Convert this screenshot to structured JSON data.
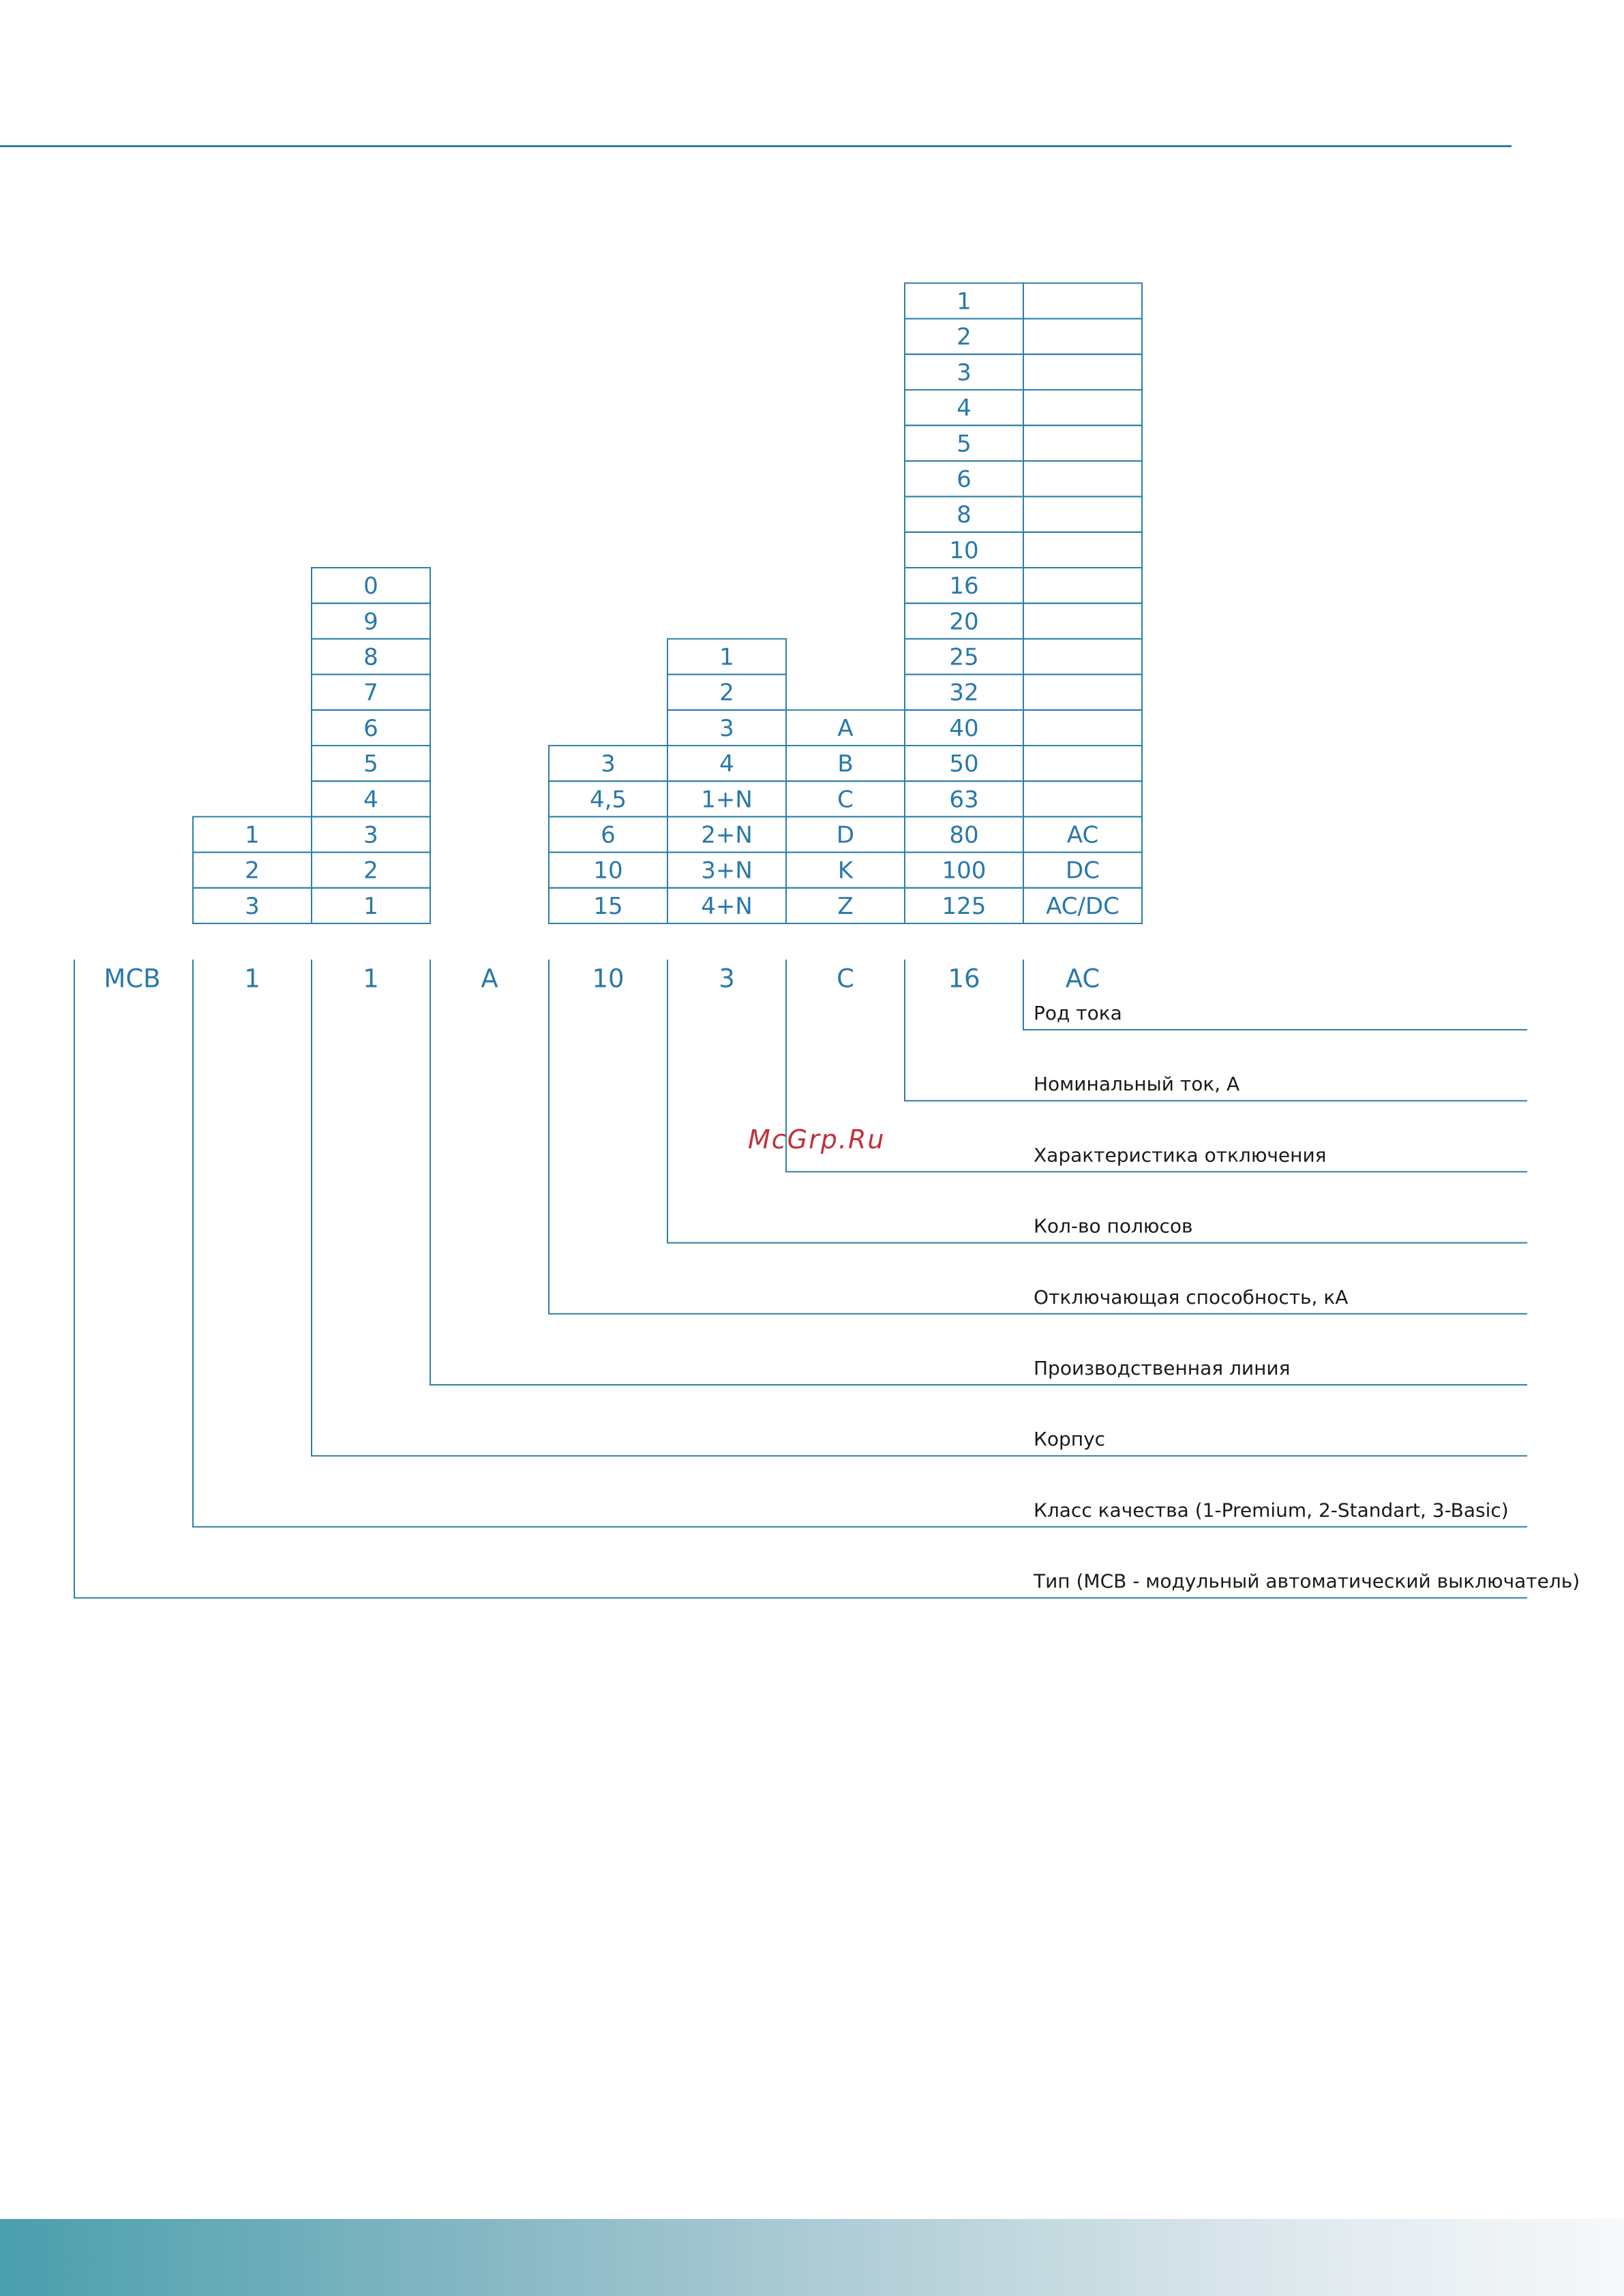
{
  "watermark": "McGrp.Ru",
  "code": {
    "segments": [
      "MCB",
      "1",
      "1",
      "A",
      "10",
      "3",
      "C",
      "16",
      "AC"
    ]
  },
  "option_columns": [
    {
      "segment": 1,
      "values": [
        "1",
        "2",
        "3"
      ]
    },
    {
      "segment": 2,
      "values": [
        "0",
        "9",
        "8",
        "7",
        "6",
        "5",
        "4",
        "3",
        "2",
        "1"
      ]
    },
    {
      "segment": 4,
      "values": [
        "3",
        "4,5",
        "6",
        "10",
        "15"
      ]
    },
    {
      "segment": 5,
      "values": [
        "1",
        "2",
        "3",
        "4",
        "1+N",
        "2+N",
        "3+N",
        "4+N"
      ]
    },
    {
      "segment": 6,
      "values": [
        "A",
        "B",
        "C",
        "D",
        "K",
        "Z"
      ]
    },
    {
      "segment": 7,
      "values": [
        "1",
        "2",
        "3",
        "4",
        "5",
        "6",
        "8",
        "10",
        "16",
        "20",
        "25",
        "32",
        "40",
        "50",
        "63",
        "80",
        "100",
        "125"
      ]
    },
    {
      "segment": 8,
      "values": [
        "",
        "",
        "",
        "",
        "",
        "",
        "",
        "",
        "",
        "",
        "",
        "",
        "",
        "",
        "",
        "AC",
        "DC",
        "AC/DC"
      ]
    }
  ],
  "descriptions": [
    {
      "segment": 8,
      "label": "Род тока"
    },
    {
      "segment": 7,
      "label": "Номинальный ток, А"
    },
    {
      "segment": 6,
      "label": "Характеристика отключения"
    },
    {
      "segment": 5,
      "label": "Кол-во полюсов"
    },
    {
      "segment": 4,
      "label": "Отключающая способность, кА"
    },
    {
      "segment": 3,
      "label": "Производственная линия"
    },
    {
      "segment": 2,
      "label": "Корпус"
    },
    {
      "segment": 1,
      "label": "Класс качества (1-Premium, 2-Standart, 3-Basic)"
    },
    {
      "segment": 0,
      "label": "Тип (MCB - модульный автоматический выключатель)"
    }
  ],
  "colors": {
    "line": "#2e7fa3",
    "text": "#2878aa",
    "label": "#1a1a1a",
    "watermark": "#c0303a"
  }
}
